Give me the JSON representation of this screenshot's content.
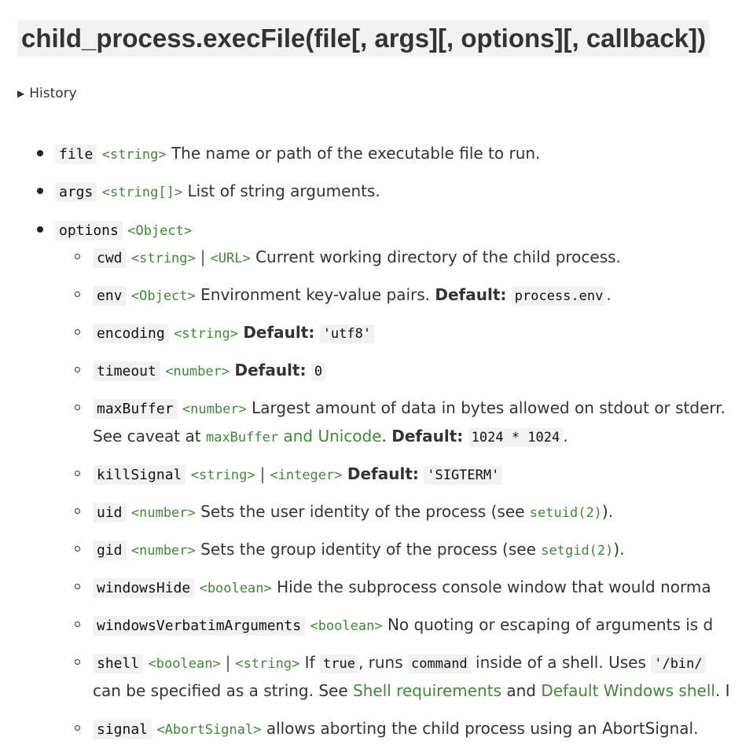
{
  "title": "child_process.execFile(file[, args][, options][, callback])",
  "history": "History",
  "params": {
    "file": {
      "name": "file",
      "type": "<string>",
      "desc": "The name or path of the executable file to run."
    },
    "args": {
      "name": "args",
      "type": "<string[]>",
      "desc": "List of string arguments."
    },
    "options": {
      "name": "options",
      "type": "<Object>"
    }
  },
  "opts": {
    "cwd": {
      "name": "cwd",
      "type1": "<string>",
      "sep": "|",
      "type2": "<URL>",
      "desc": "Current working directory of the child process."
    },
    "env": {
      "name": "env",
      "type": "<Object>",
      "desc": "Environment key-value pairs.",
      "default_label": "Default:",
      "default": "process.env",
      "end": "."
    },
    "encoding": {
      "name": "encoding",
      "type": "<string>",
      "default_label": "Default:",
      "default": "'utf8'"
    },
    "timeout": {
      "name": "timeout",
      "type": "<number>",
      "default_label": "Default:",
      "default": "0"
    },
    "maxBuffer": {
      "name": "maxBuffer",
      "type": "<number>",
      "desc": "Largest amount of data in bytes allowed on stdout or stderr.",
      "line2_pre": "See caveat at",
      "link": "maxBuffer and Unicode",
      "link_mono": "maxBuffer",
      "link_text": "and Unicode",
      "dot": ".",
      "default_label": "Default:",
      "default": "1024 * 1024",
      "end": "."
    },
    "killSignal": {
      "name": "killSignal",
      "type1": "<string>",
      "sep": "|",
      "type2": "<integer>",
      "default_label": "Default:",
      "default": "'SIGTERM'"
    },
    "uid": {
      "name": "uid",
      "type": "<number>",
      "desc": "Sets the user identity of the process (see",
      "link": "setuid(2)",
      "end": ")."
    },
    "gid": {
      "name": "gid",
      "type": "<number>",
      "desc": "Sets the group identity of the process (see",
      "link": "setgid(2)",
      "end": ")."
    },
    "windowsHide": {
      "name": "windowsHide",
      "type": "<boolean>",
      "desc": "Hide the subprocess console window that would norma"
    },
    "windowsVerbatimArguments": {
      "name": "windowsVerbatimArguments",
      "type": "<boolean>",
      "desc": "No quoting or escaping of arguments is d"
    },
    "shell": {
      "name": "shell",
      "type1": "<boolean>",
      "sep": "|",
      "type2": "<string>",
      "if": "If",
      "true": "true",
      "runs": ", runs",
      "command": "command",
      "inside": "inside of a shell. Uses",
      "path": "'/bin/",
      "line2_pre": "can be specified as a string. See",
      "link1": "Shell requirements",
      "and": "and",
      "link2": "Default Windows shell",
      "end": ". I"
    },
    "signal": {
      "name": "signal",
      "type": "<AbortSignal>",
      "desc": "allows aborting the child process using an AbortSignal."
    }
  }
}
